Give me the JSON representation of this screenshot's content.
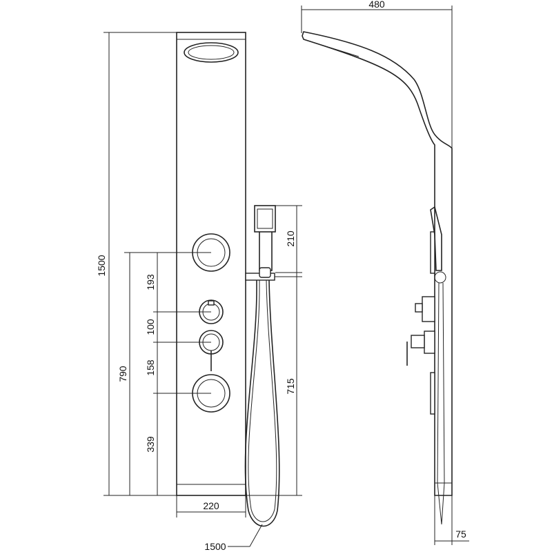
{
  "title": "Shower panel technical drawing",
  "dimensions": {
    "side_width": "480",
    "total_height": "1500",
    "hand_shower_length": "210",
    "jet_to_thermostat": "193",
    "thermostat_to_mixer": "100",
    "mixer_to_jet": "158",
    "lower_jet_height": "339",
    "upper_jet_height": "790",
    "holder_height": "715",
    "panel_width": "220",
    "hose_length": "1500",
    "panel_depth": "75"
  }
}
